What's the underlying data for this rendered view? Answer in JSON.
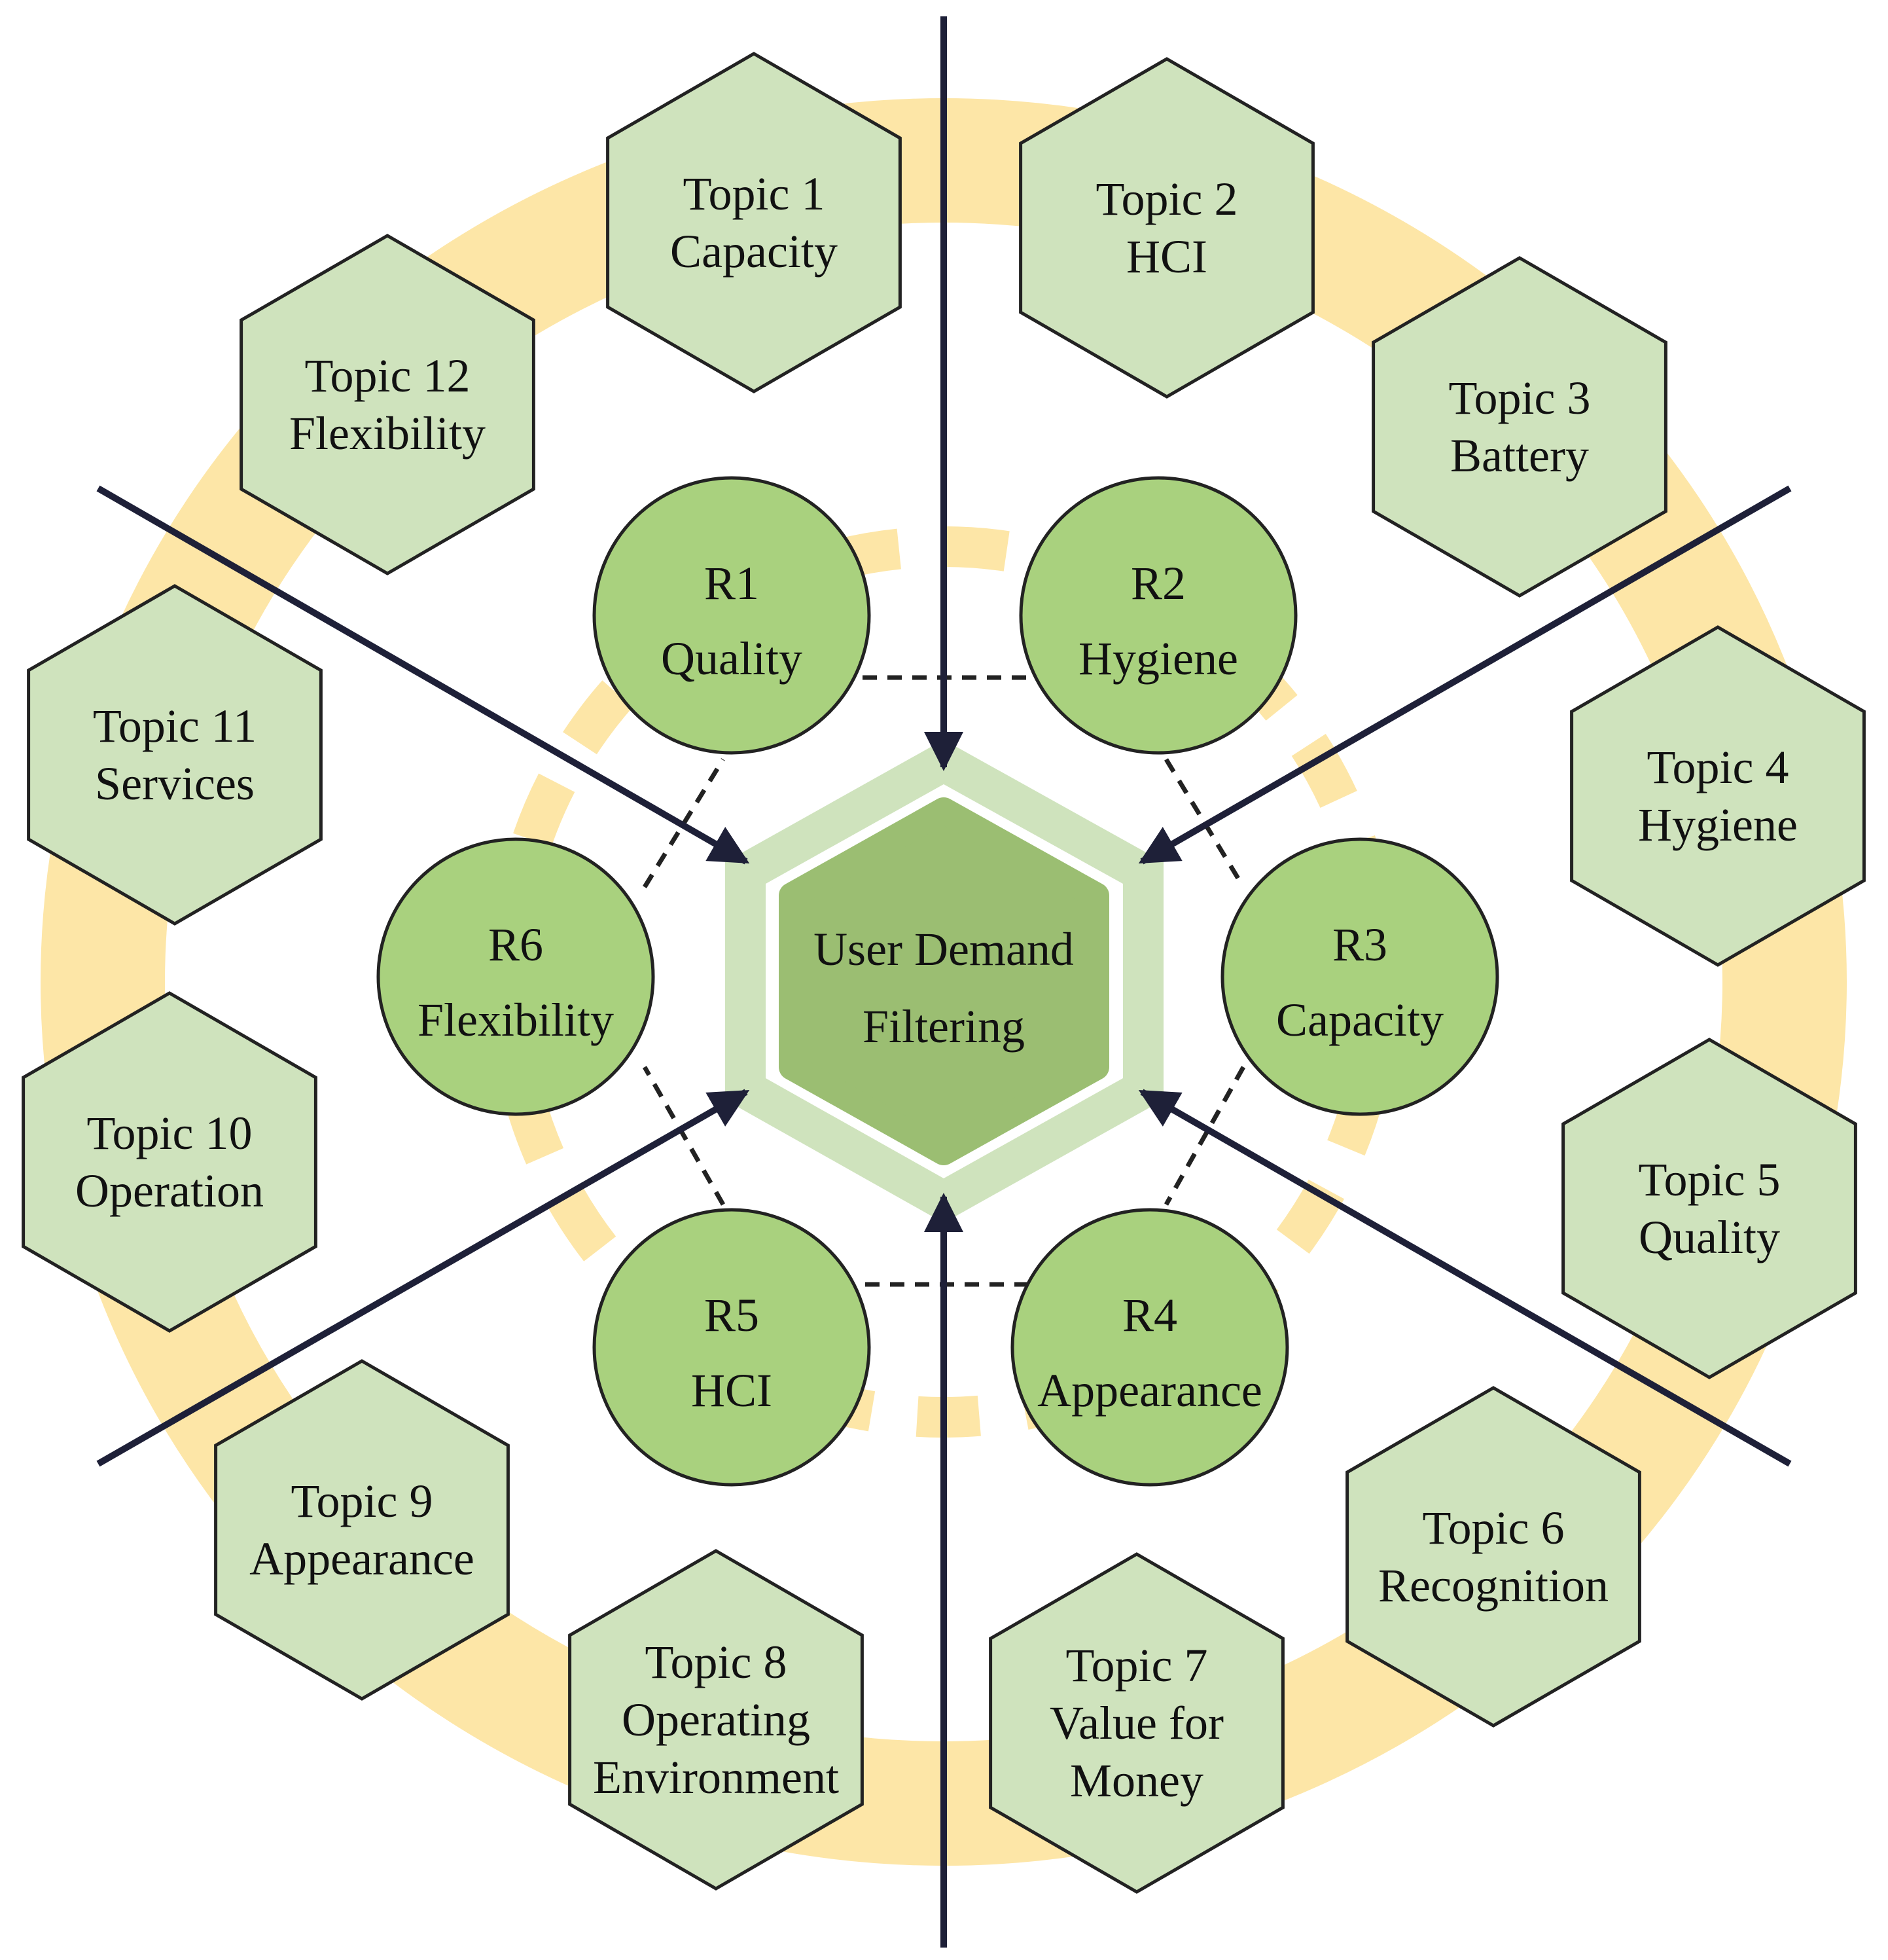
{
  "center": {
    "lines": [
      "User Demand",
      "Filtering"
    ]
  },
  "requirements": [
    {
      "id": "R1",
      "label": "Quality"
    },
    {
      "id": "R2",
      "label": "Hygiene"
    },
    {
      "id": "R3",
      "label": "Capacity"
    },
    {
      "id": "R4",
      "label": "Appearance"
    },
    {
      "id": "R5",
      "label": "HCI"
    },
    {
      "id": "R6",
      "label": "Flexibility"
    }
  ],
  "topics": [
    {
      "title": "Topic 1",
      "lines": [
        "Capacity"
      ]
    },
    {
      "title": "Topic 2",
      "lines": [
        "HCI"
      ]
    },
    {
      "title": "Topic 3",
      "lines": [
        "Battery"
      ]
    },
    {
      "title": "Topic 4",
      "lines": [
        "Hygiene"
      ]
    },
    {
      "title": "Topic 5",
      "lines": [
        "Quality"
      ]
    },
    {
      "title": "Topic 6",
      "lines": [
        "Recognition"
      ]
    },
    {
      "title": "Topic 7",
      "lines": [
        "Value for",
        "Money"
      ]
    },
    {
      "title": "Topic 8",
      "lines": [
        "Operating",
        "Environment"
      ]
    },
    {
      "title": "Topic 9",
      "lines": [
        "Appearance"
      ]
    },
    {
      "title": "Topic 10",
      "lines": [
        "Operation"
      ]
    },
    {
      "title": "Topic 11",
      "lines": [
        "Services"
      ]
    },
    {
      "title": "Topic 12",
      "lines": [
        "Flexibility"
      ]
    }
  ],
  "colors": {
    "ring": "#FDE6A7",
    "topic_fill": "#CFE3BD",
    "requirement_fill": "#A9D17E",
    "center_outer": "#CFE3BD",
    "center_inner": "#9BBE72",
    "stroke": "#222222",
    "arrow": "#1E2038"
  }
}
